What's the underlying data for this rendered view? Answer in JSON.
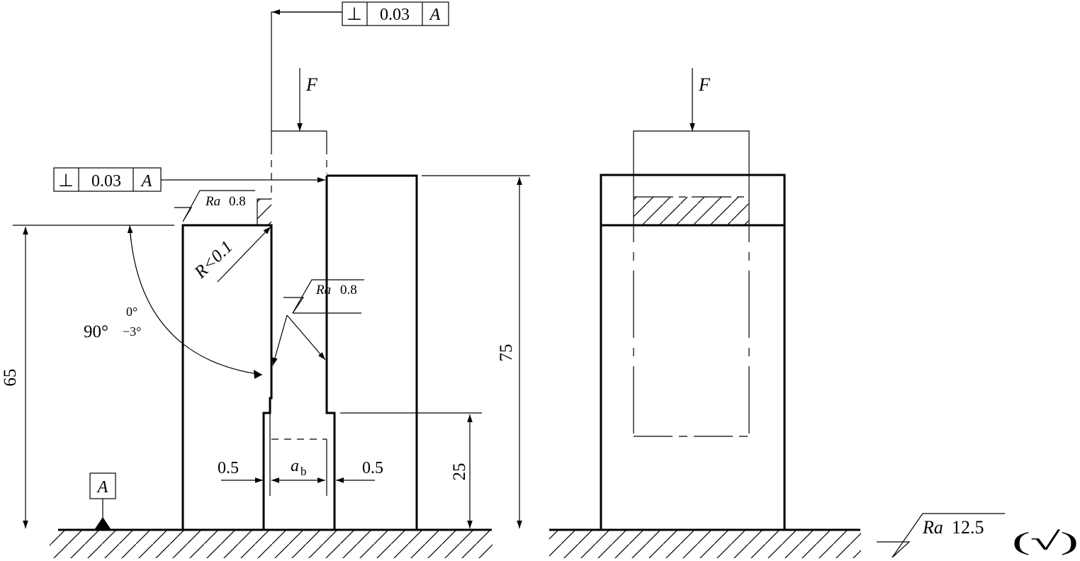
{
  "tolerance_frames": {
    "top": {
      "symbol": "⊥",
      "value": "0.03",
      "datum": "A"
    },
    "left": {
      "symbol": "⊥",
      "value": "0.03",
      "datum": "A"
    }
  },
  "force_labels": {
    "left": "F",
    "right": "F"
  },
  "roughness": {
    "top_face": {
      "prefix": "Ra",
      "value": "0.8"
    },
    "slot_face": {
      "prefix": "Ra",
      "value": "0.8"
    },
    "general": {
      "prefix": "Ra",
      "value": "12.5",
      "other_mark": "(√)"
    }
  },
  "radius_label": "R<0.1",
  "angle": {
    "base": "90°",
    "upper": "0°",
    "lower": "−3°"
  },
  "dimensions": {
    "height_left": "65",
    "height_right": "75",
    "height_slot": "25",
    "gap_left": "0.5",
    "gap_right": "0.5",
    "gap_center_var": "a",
    "gap_center_sub": "b"
  },
  "datum_label": "A"
}
